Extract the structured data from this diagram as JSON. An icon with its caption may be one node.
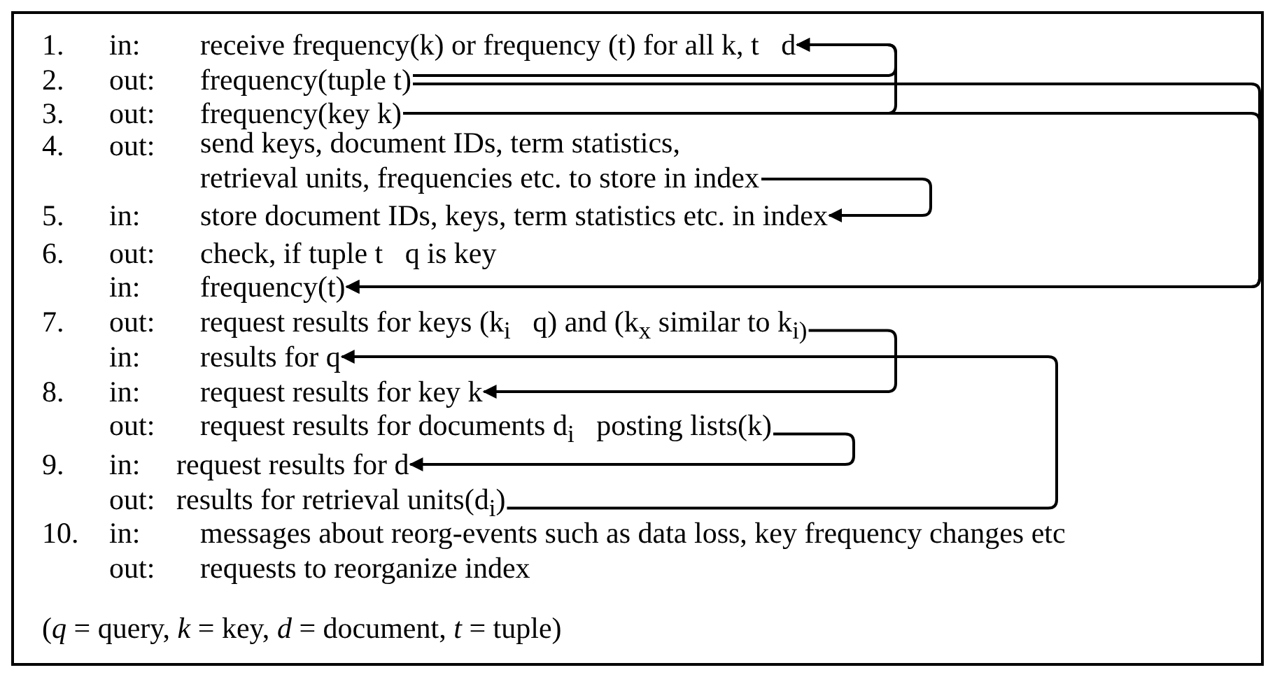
{
  "diagram": {
    "nodes": [
      {
        "text": [
          "receive frequency(k) or frequency (t) for all k, t   d"
        ]
      },
      {
        "text": [
          "frequency(tuple t)"
        ]
      },
      {
        "text": [
          "frequency(key k)"
        ]
      },
      {
        "text": [
          "send keys, document IDs, term statistics, retrieval units, frequencies etc. to store in index"
        ]
      },
      {
        "text": [
          "store document IDs, keys, term statistics etc. in index"
        ]
      },
      {
        "text": [
          "frequency(t)"
        ]
      },
      {
        "text": [
          "request results for keys (k$_{i}$   q) and (k$_{x}$ similar to k$_{i)}$"
        ]
      },
      {
        "text": [
          "results for q"
        ]
      },
      {
        "text": [
          "request results for key k"
        ]
      },
      {
        "text": [
          "request results for documents d$_{i}$   posting lists(k)"
        ]
      },
      {
        "text": [
          "request results for d"
        ]
      },
      {
        "text": [
          "results for retrieval units(d$_{i}$)"
        ]
      }
    ],
    "edges": [
      {
        "from": 1,
        "to": 0,
        "arrow": "to"
      },
      {
        "from": 2,
        "to": 0,
        "arrow": "to"
      },
      {
        "from": 1,
        "to": 5,
        "arrow": "to"
      },
      {
        "from": 2,
        "to": 5,
        "arrow": "to"
      },
      {
        "from": 3,
        "to": 4,
        "arrow": "to"
      },
      {
        "from": 6,
        "to": 8,
        "arrow": "to"
      },
      {
        "from": 9,
        "to": 10,
        "arrow": "to"
      },
      {
        "from": 11,
        "to": 7,
        "arrow": "to"
      }
    ],
    "labels": [
      "1.",
      "in:",
      "2.",
      "out:",
      "3.",
      "out:",
      "4.",
      "out:",
      "5.",
      "in:",
      "6.",
      "out:",
      "check, if tuple t   q is key",
      "in:",
      "7.",
      "out:",
      "in:",
      "8.",
      "in:",
      "out:",
      "9.",
      "in:",
      "out:",
      "10.",
      "in:",
      "messages about reorg-events such as data loss, key frequency changes etc",
      "out:",
      "requests to reorganize index",
      "(*q* = query, *k* = key, *d* = document, *t* = tuple)"
    ]
  }
}
